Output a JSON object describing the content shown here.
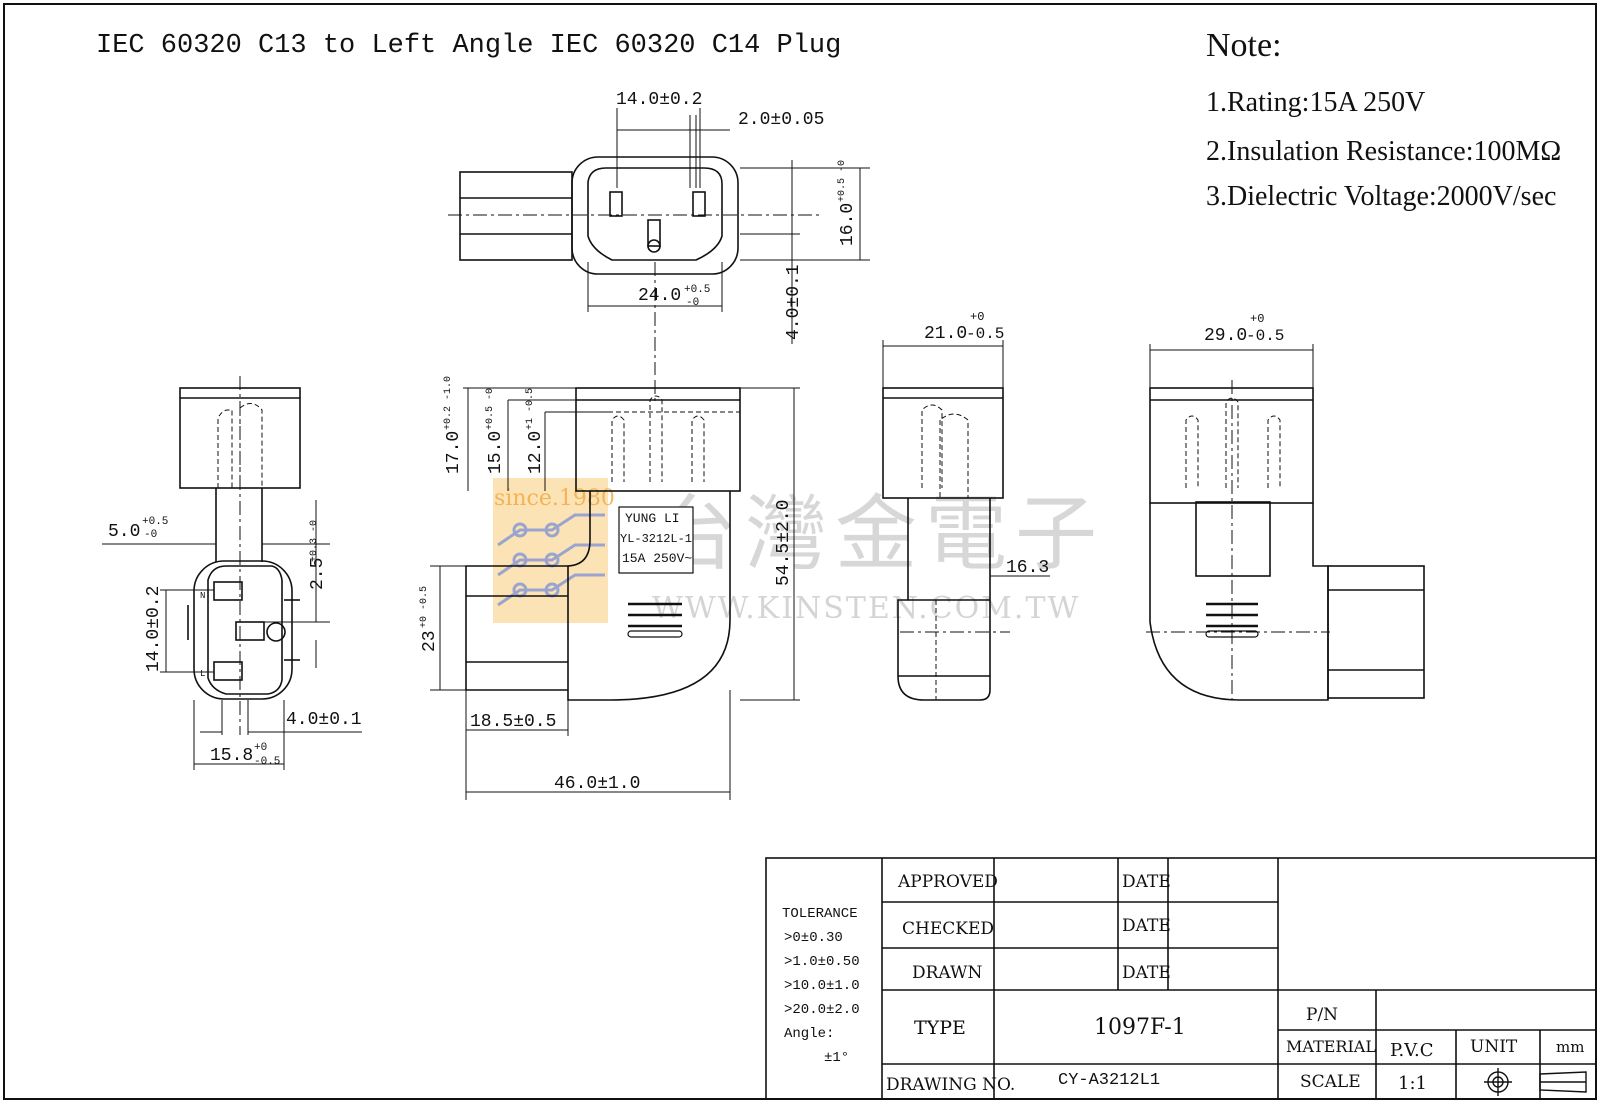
{
  "title": "IEC 60320 C13 to Left Angle IEC 60320 C14 Plug",
  "notes": {
    "heading": "Note:",
    "items": [
      "1.Rating:15A 250V",
      "2.Insulation Resistance:100MΩ",
      "3.Dielectric Voltage:2000V/sec"
    ]
  },
  "watermark": {
    "since": "since.1980",
    "chinese": "台灣金電子",
    "url": "WWW.KINSTEN.COM.TW",
    "accent_colors": [
      "#f6c25a",
      "#7b8fd8"
    ]
  },
  "dimensions": {
    "d_14_0": "14.0±0.2",
    "d_2_0": "2.0±0.05",
    "d_24_0": "24.0",
    "d_24_0_tol_up": "+0.5",
    "d_24_0_tol_dn": "-0",
    "d_16_0": "16.0",
    "d_16_0_tol": "+0.5 -0",
    "d_4_0_v": "4.0±0.1",
    "d_21_0": "21.0",
    "d_21_0_tol_up": "+0",
    "d_21_0_tol_dn": "-0.5",
    "d_29_0": "29.0",
    "d_29_0_tol_up": "+0",
    "d_29_0_tol_dn": "-0.5",
    "d_17_0": "17.0",
    "d_17_0_tol": "+0.2 -1.0",
    "d_15_0": "15.0",
    "d_15_0_tol": "+0.5 -0",
    "d_12_0": "12.0",
    "d_12_0_tol": "+1 -0.5",
    "d_54_5": "54.5±2.0",
    "d_23": "23",
    "d_23_tol": "+0 -0.5",
    "d_18_5": "18.5±0.5",
    "d_46_0": "46.0±1.0",
    "d_16_3": "16.3",
    "d_5_0": "5.0",
    "d_5_0_tol_up": "+0.5",
    "d_5_0_tol_dn": "-0",
    "d_2_5": "2.5",
    "d_2_5_tol": "+0.3 -0",
    "d_14_0_left": "14.0±0.2",
    "d_4_0_h": "4.0±0.1",
    "d_15_8": "15.8",
    "d_15_8_tol_up": "+0",
    "d_15_8_tol_dn": "-0.5"
  },
  "label_on_part": [
    "YUNG LI",
    "YL-3212L-1",
    "15A 250V~"
  ],
  "pin_marks": [
    "N",
    "L"
  ],
  "title_block": {
    "tolerance": {
      "heading": "TOLERANCE",
      "lines": [
        ">0±0.30",
        ">1.0±0.50",
        ">10.0±1.0",
        ">20.0±2.0",
        "Angle:",
        "±1°"
      ]
    },
    "approved": "APPROVED",
    "checked": "CHECKED",
    "drawn": "DRAWN",
    "date": "DATE",
    "type_label": "TYPE",
    "type_value": "1097F-1",
    "drawing_no_label": "DRAWING NO.",
    "drawing_no_value": "CY-A3212L1",
    "pn_label": "P/N",
    "material_label": "MATERIAL",
    "material_value": "P.V.C",
    "unit_label": "UNIT",
    "unit_value": "mm",
    "scale_label": "SCALE",
    "scale_value": "1:1"
  }
}
